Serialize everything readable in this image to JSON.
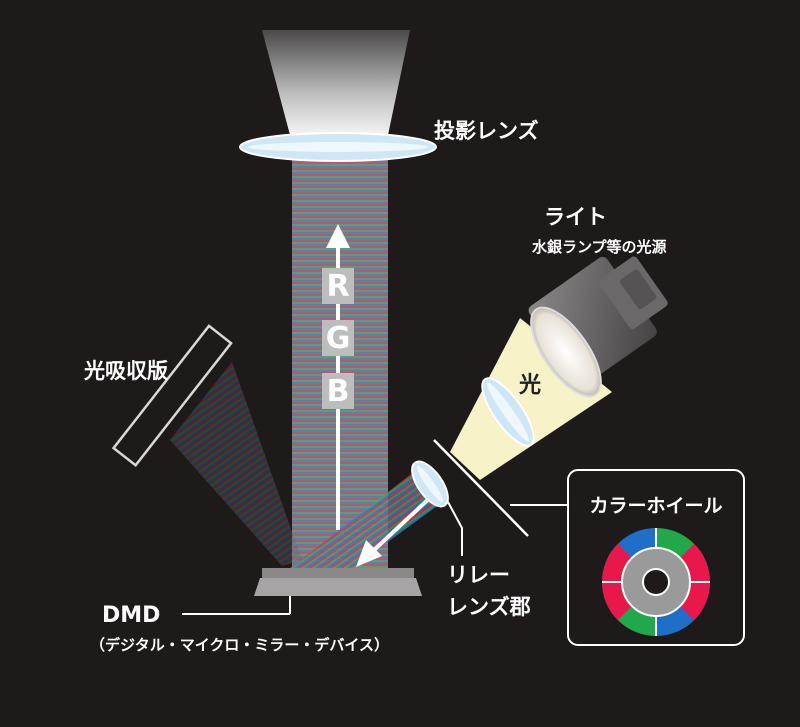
{
  "labels": {
    "projection_lens": "投影レンズ",
    "light": "ライト",
    "light_sub": "水銀ランプ等の光源",
    "light_text": "光",
    "absorber": "光吸収版",
    "rgb_r": "R",
    "rgb_g": "G",
    "rgb_b": "B",
    "color_wheel": "カラーホイール",
    "relay_line1": "リレー",
    "relay_line2": "レンズ郡",
    "dmd": "DMD",
    "dmd_full": "（デジタル・マイクロ・ミラー・デバイス）"
  },
  "colors": {
    "background": "#1e1a1a",
    "red": "#e8194a",
    "green": "#22a84a",
    "blue": "#1f6fc8",
    "wheel_gray": "#9a9a9a",
    "lens": "#cfe6f4",
    "light_beam": "#f7f2c8"
  },
  "icons": {
    "lamp": "lamp-icon",
    "arrow_up": "arrow-up-icon",
    "arrow_down": "arrow-down-icon"
  }
}
